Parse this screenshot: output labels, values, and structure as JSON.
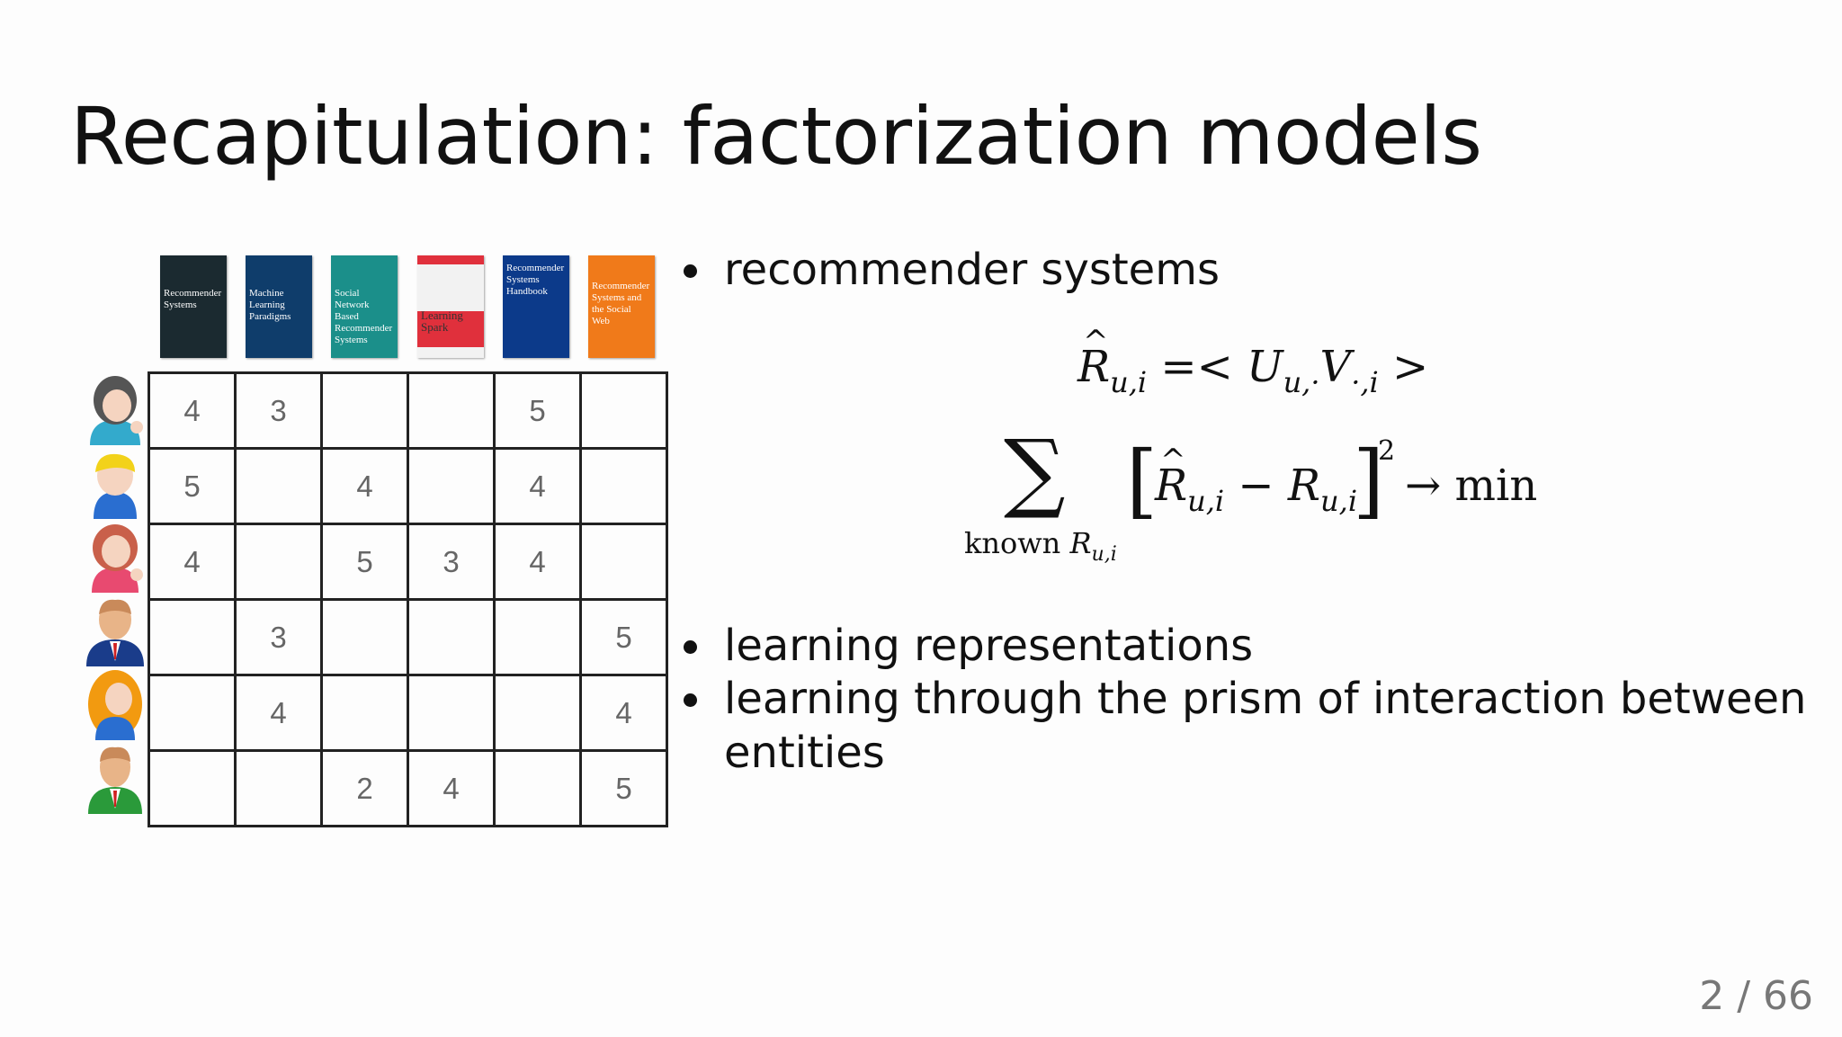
{
  "slide": {
    "title": "Recapitulation: factorization models",
    "page": "2 / 66"
  },
  "books": [
    {
      "label": "Recommender Systems",
      "color": "#1b2a30"
    },
    {
      "label": "Machine Learning Paradigms",
      "color": "#0f3d6b"
    },
    {
      "label": "Social Network Based Recommender Systems",
      "color": "#1b8f8a"
    },
    {
      "label": "Learning Spark",
      "color": "#e0303c"
    },
    {
      "label": "Recommender Systems Handbook",
      "color": "#0c3a8a"
    },
    {
      "label": "Recommender Systems and the Social Web",
      "color": "#f07a1a"
    }
  ],
  "ratings": [
    [
      "4",
      "3",
      "",
      "",
      "5",
      ""
    ],
    [
      "5",
      "",
      "4",
      "",
      "4",
      ""
    ],
    [
      "4",
      "",
      "5",
      "3",
      "4",
      ""
    ],
    [
      "",
      "3",
      "",
      "",
      "",
      "5"
    ],
    [
      "",
      "4",
      "",
      "",
      "",
      "4"
    ],
    [
      "",
      "",
      "2",
      "4",
      "",
      "5"
    ]
  ],
  "users": [
    {
      "icon": "woman-dark-hair-icon",
      "shirt": "#33aacc",
      "hair": "#555555",
      "face": "#f5d4c0"
    },
    {
      "icon": "man-blond-icon",
      "shirt": "#2a6ed0",
      "hair": "#f2d21a",
      "face": "#f5d4c0"
    },
    {
      "icon": "woman-red-hair-icon",
      "shirt": "#e84a70",
      "hair": "#c9604a",
      "face": "#f5d4c0"
    },
    {
      "icon": "businessman-icon",
      "shirt": "#1a3c8a",
      "hair": "#c98a5a",
      "face": "#e8b488"
    },
    {
      "icon": "woman-blonde-icon",
      "shirt": "#2a6ed0",
      "hair": "#f29a10",
      "face": "#f5d4c0"
    },
    {
      "icon": "man-green-suit-icon",
      "shirt": "#2a9a3a",
      "hair": "#c98a5a",
      "face": "#e8b488"
    }
  ],
  "bullets": {
    "first": "recommender systems",
    "second": "learning representations",
    "third_line1": "learning through the prism of interaction between",
    "third_line2": "entities"
  },
  "formulas": {
    "f1_R": "R",
    "f1_sub": "u,i",
    "f1_eq": " =< ",
    "f1_U": "U",
    "f1_usub": "u,·",
    "f1_V": "V",
    "f1_vsub": "·,i",
    "f1_end": " >",
    "f2_sum_label": "known",
    "f2_sum_R": "R",
    "f2_sum_sub": "u,i",
    "f2_minus": " − ",
    "f2_power": "2",
    "f2_arrow": "→ min"
  }
}
